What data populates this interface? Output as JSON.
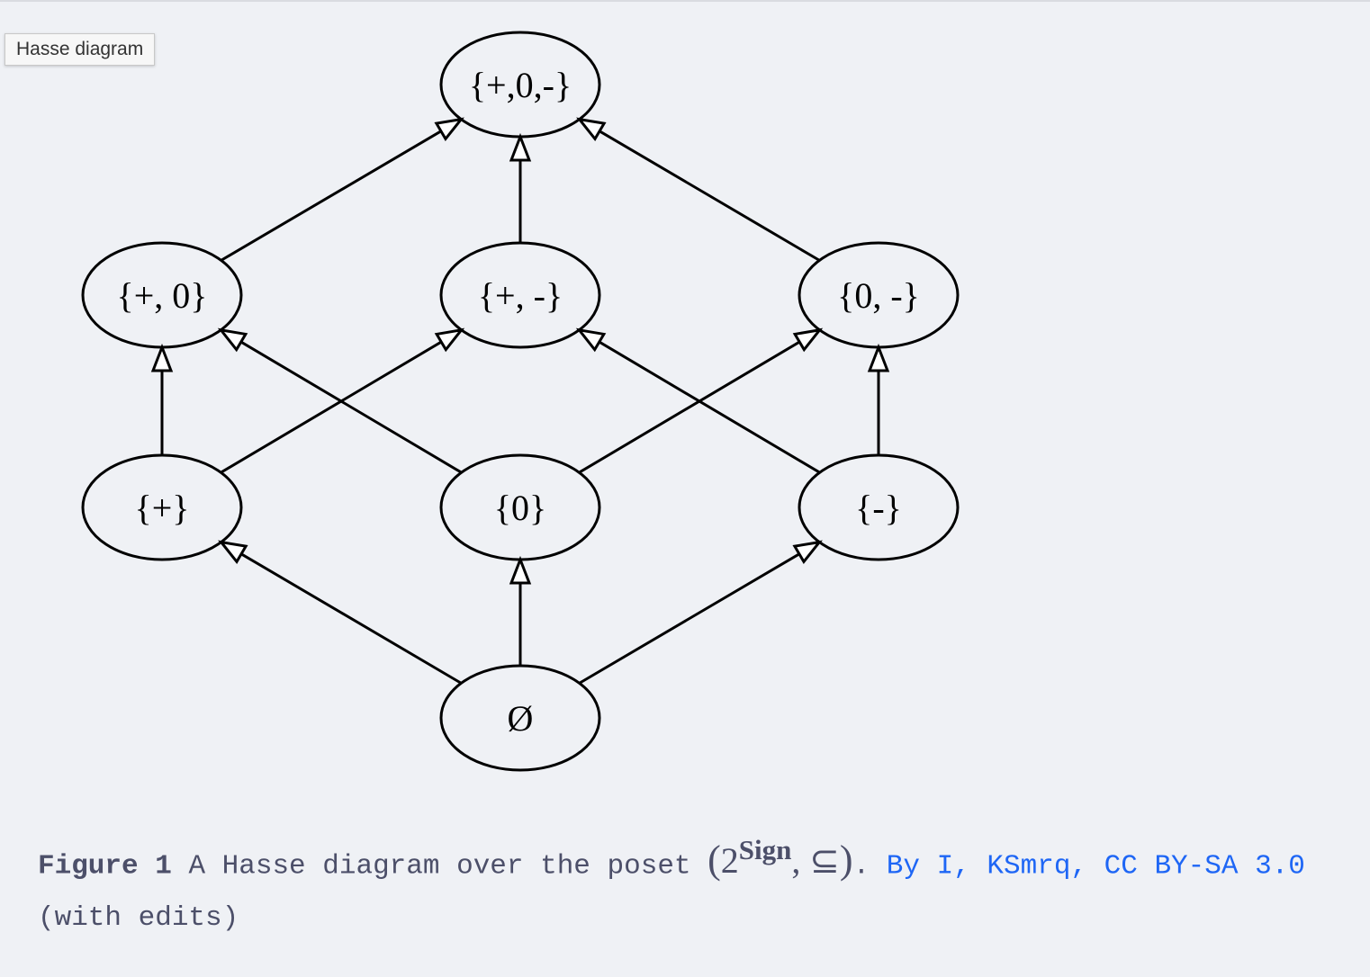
{
  "tooltip": {
    "text": "Hasse diagram"
  },
  "nodes": {
    "top": "{+,0,-}",
    "plus_zero": "{+, 0}",
    "plus_minus": "{+, -}",
    "zero_minus": "{0, -}",
    "plus": "{+}",
    "zero": "{0}",
    "minus": "{-}",
    "empty": "Ø"
  },
  "caption": {
    "figure_label": "Figure 1",
    "text": "A Hasse diagram over the poset",
    "math": {
      "open_paren": "(",
      "base": "2",
      "exponent": "Sign",
      "comma": ",",
      "relation": "⊆",
      "close_paren": ")"
    },
    "period": ".",
    "attribution_link": "By I, KSmrq, CC BY-SA 3.0",
    "suffix": "(with edits)"
  },
  "colors": {
    "background": "#eff1f5",
    "caption_text": "#4c4f69",
    "link": "#1e66f5"
  }
}
